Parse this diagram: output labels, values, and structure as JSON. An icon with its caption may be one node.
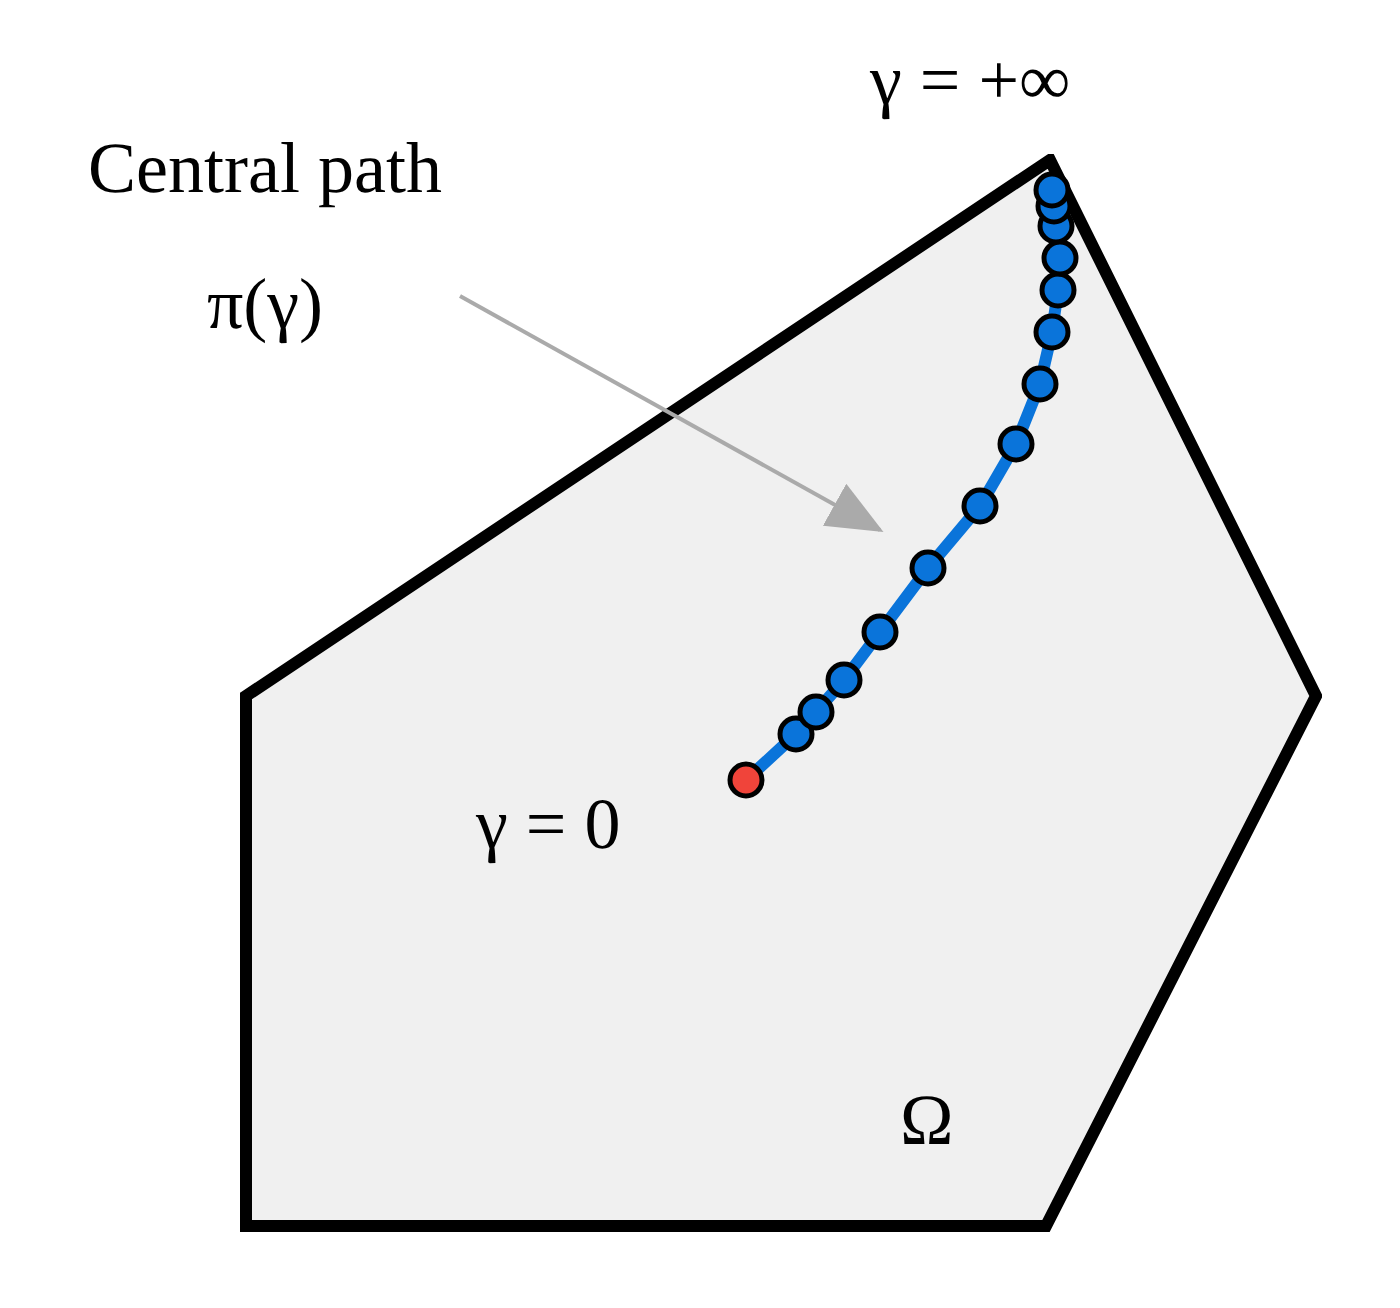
{
  "diagram": {
    "nodes": [
      {
        "text": [
          "Ω"
        ]
      },
      {
        "text": [
          "Central path π(γ)"
        ]
      },
      {
        "text": [],
        "shape": "curve",
        "in": 0,
        "beside": [
          "γ = +∞",
          "γ = 0"
        ]
      }
    ],
    "edges": [
      {
        "from": 1,
        "to": 2,
        "arrow": "to",
        "color": "#aaaaaa"
      }
    ]
  }
}
